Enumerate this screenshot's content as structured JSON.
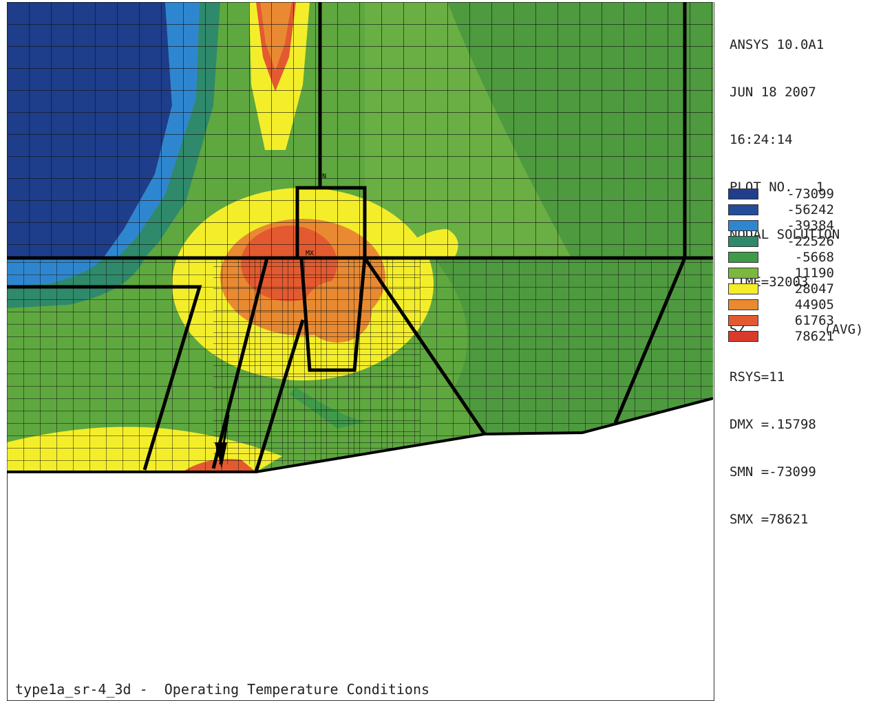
{
  "header": {
    "program": "ANSYS 10.0A1",
    "date": "JUN 18 2007",
    "time": "16:24:14",
    "plot_no": "PLOT NO.   1",
    "solution": "NODAL SOLUTION",
    "time_step": "TIME=32003",
    "component": "SZ          (AVG)",
    "rsys": "RSYS=11",
    "dmx": "DMX =.15798",
    "smn": "SMN =-73099",
    "smx": "SMX =78621"
  },
  "legend": [
    {
      "value": "-73099",
      "color": "#1f3f8c"
    },
    {
      "value": "-56242",
      "color": "#234c9a"
    },
    {
      "value": "-39384",
      "color": "#2f86d0"
    },
    {
      "value": "-22526",
      "color": "#2e8a6a"
    },
    {
      "value": "-5668",
      "color": "#3f9a4a"
    },
    {
      "value": "11190",
      "color": "#7ab83e"
    },
    {
      "value": "28047",
      "color": "#f4ee2a"
    },
    {
      "value": "44905",
      "color": "#e98a32"
    },
    {
      "value": "61763",
      "color": "#e35a30"
    },
    {
      "value": "78621",
      "color": "#d93a2a"
    }
  ],
  "plot_labels": {
    "node_n": "N",
    "node_mx": "MX"
  },
  "footer": {
    "title": "type1a_sr-4_3d -  Operating Temperature Conditions"
  }
}
